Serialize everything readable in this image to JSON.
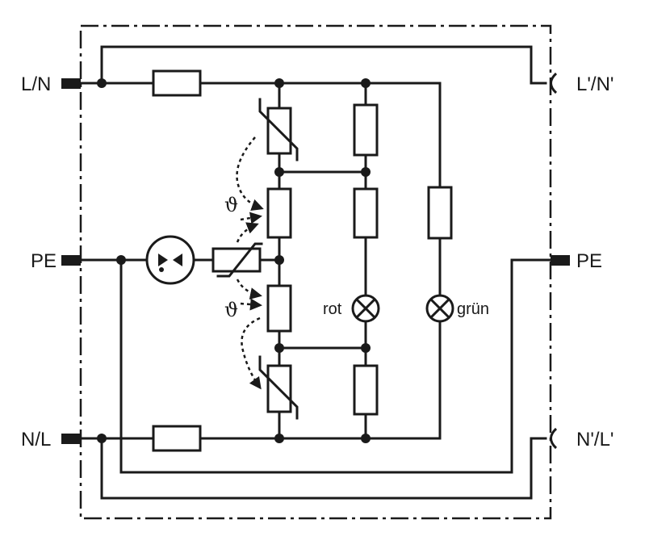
{
  "terminals": {
    "left_top": "L/N",
    "left_mid": "PE",
    "left_bottom": "N/L",
    "right_top": "L'/N'",
    "right_mid": "PE",
    "right_bottom": "N'/L'"
  },
  "lamps": {
    "red": "rot",
    "green": "grün"
  },
  "thermal": {
    "upper": "ϑ",
    "lower": "ϑ"
  },
  "colors": {
    "line": "#1a1a1a",
    "background": "#ffffff"
  }
}
